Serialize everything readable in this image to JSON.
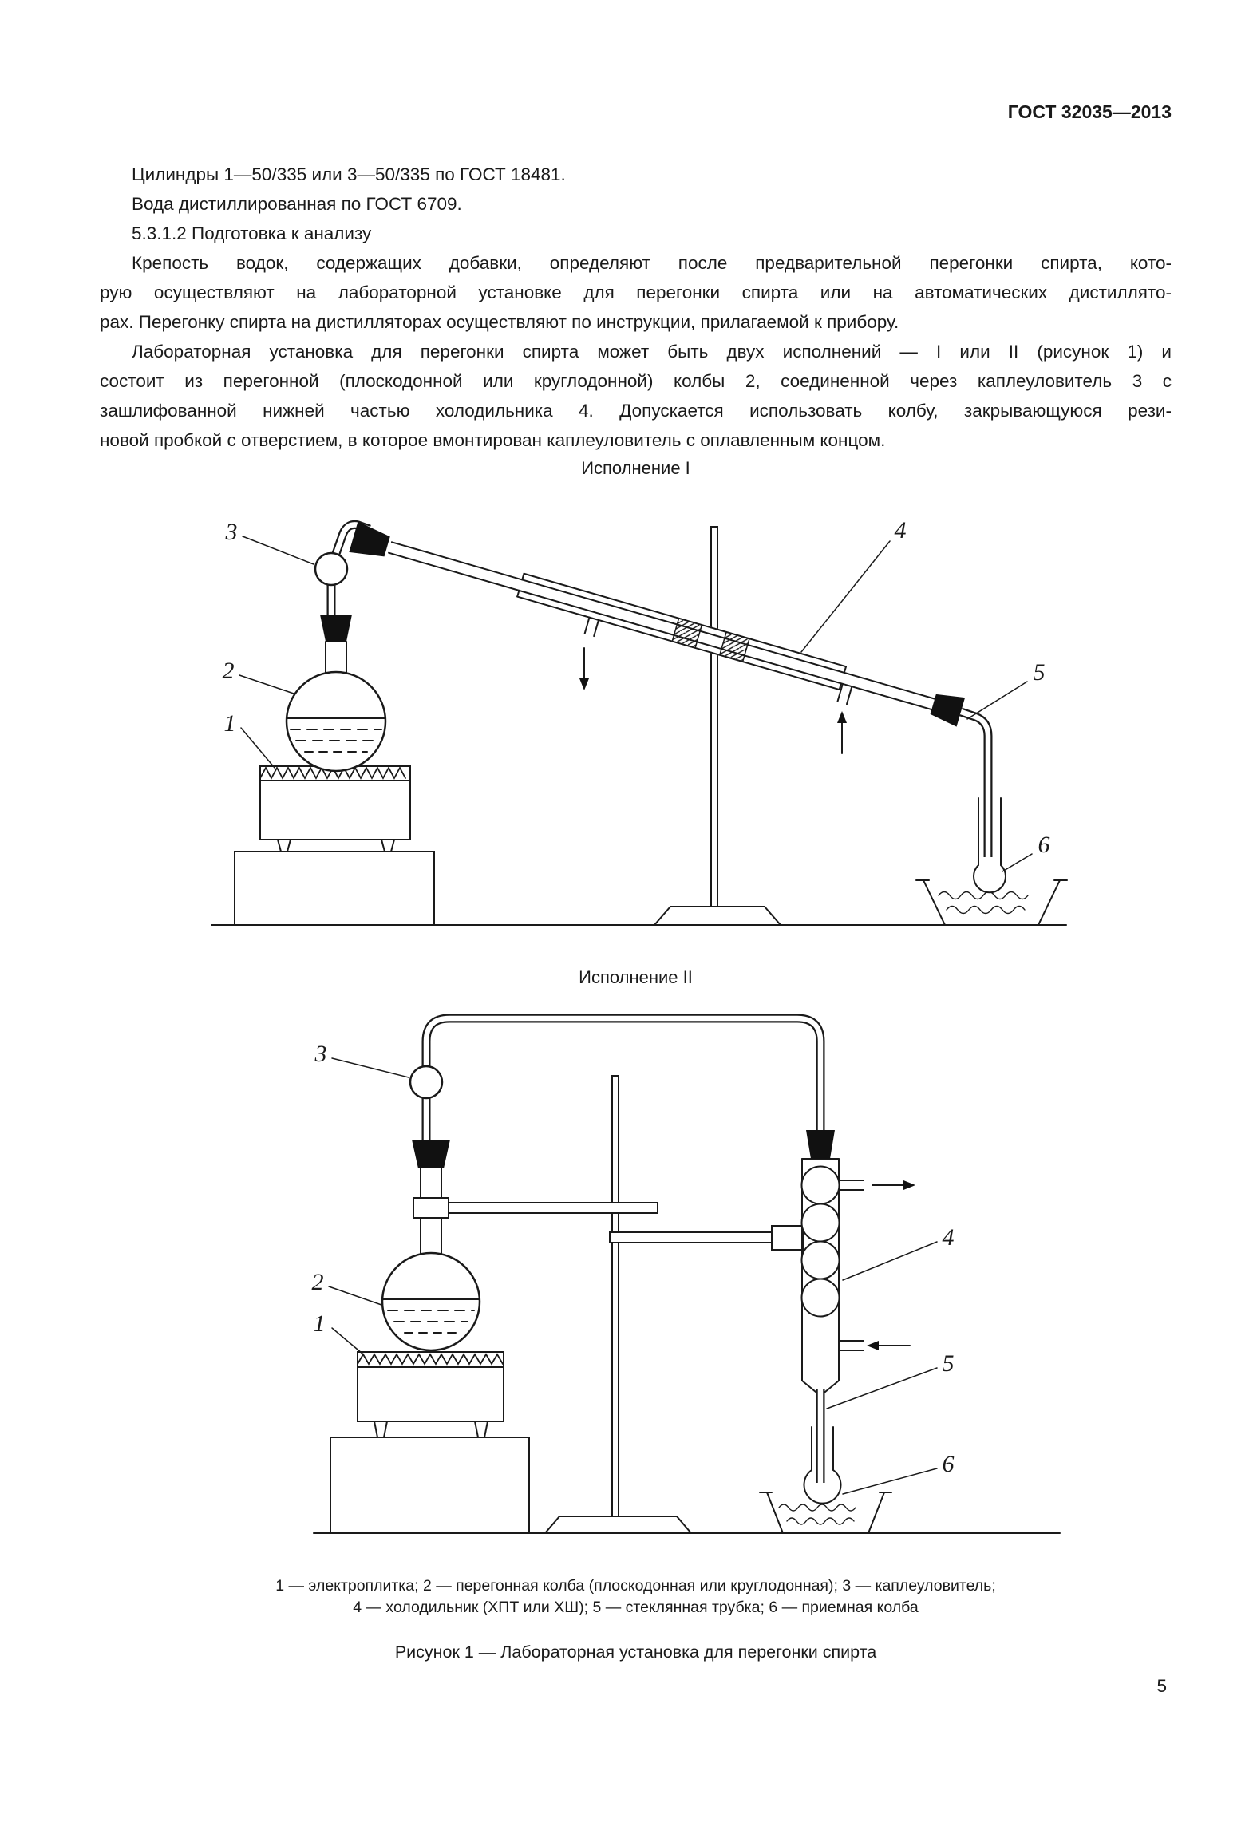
{
  "page": {
    "header": "ГОСТ 32035—2013",
    "number": "5"
  },
  "body": {
    "lines": [
      "Цилиндры 1—50/335 или 3—50/335 по ГОСТ 18481.",
      "Вода дистиллированная по ГОСТ 6709.",
      "5.3.1.2 Подготовка к анализу",
      "Крепость водок, содержащих добавки, определяют после предварительной перегонки спирта, кото-",
      "рую осуществляют на лабораторной установке для перегонки спирта или на автоматических дистиллято-",
      "рах. Перегонку спирта на дистилляторах осуществляют по инструкции, прилагаемой к прибору.",
      "Лабораторная установка для перегонки спирта может быть двух исполнений — I или II (рисунок 1) и",
      "состоит из перегонной (плоскодонной или круглодонной) колбы 2, соединенной через каплеуловитель 3 с",
      "зашлифованной нижней частью холодильника 4. Допускается использовать колбу, закрывающуюся рези-",
      "новой пробкой с отверстием, в которое вмонтирован каплеуловитель с оплавленным концом."
    ]
  },
  "figure": {
    "execution1_label": "Исполнение I",
    "execution2_label": "Исполнение II",
    "part_labels": [
      "1",
      "2",
      "3",
      "4",
      "5",
      "6"
    ],
    "caption_line1": "1 — электроплитка; 2 — перегонная колба (плоскодонная или круглодонная); 3 — каплеуловитель;",
    "caption_line2": "4 — холодильник (ХПТ или ХШ); 5 — стеклянная трубка; 6 — приемная колба",
    "title": "Рисунок 1 — Лабораторная установка для перегонки спирта"
  }
}
